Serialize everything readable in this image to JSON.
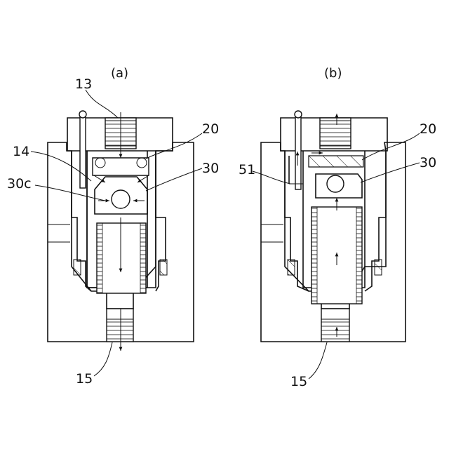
{
  "figure": {
    "panels": [
      {
        "id": "a",
        "caption": "(a)",
        "labels": {
          "top_port": "13",
          "seal": "14",
          "cap": "20",
          "valve_body": "30",
          "port_c": "30c",
          "bottom_port": "15"
        }
      },
      {
        "id": "b",
        "caption": "(b)",
        "labels": {
          "cap": "20",
          "pin": "51",
          "valve_body": "30",
          "bottom_port": "15"
        }
      }
    ]
  }
}
